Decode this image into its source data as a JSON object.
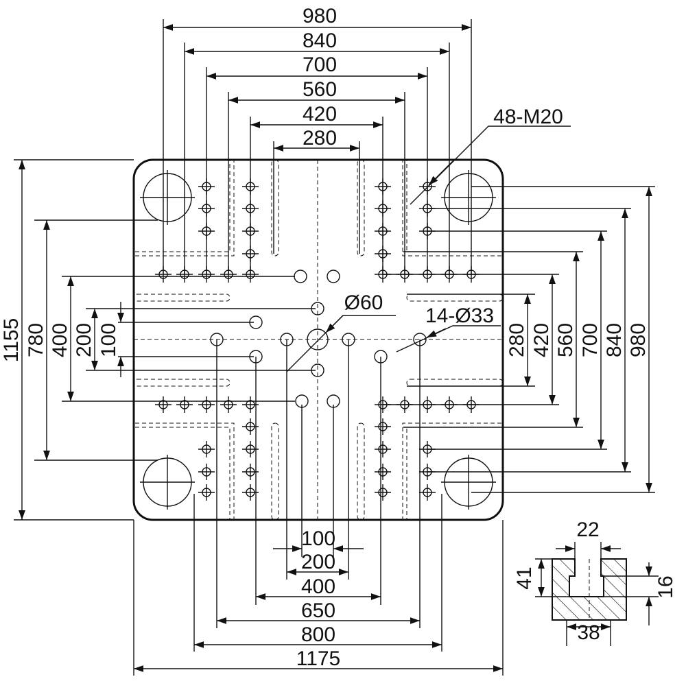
{
  "top_dims": [
    "980",
    "840",
    "700",
    "560",
    "420",
    "280"
  ],
  "left_dims": [
    "1155",
    "780",
    "400",
    "200",
    "100"
  ],
  "right_dims": [
    "280",
    "420",
    "560",
    "700",
    "840",
    "980"
  ],
  "bottom_dims": [
    "100",
    "200",
    "400",
    "650",
    "800",
    "1175"
  ],
  "callouts": {
    "tapped_holes": "48-M20",
    "center_hole": "Ø60",
    "through_holes": "14-Ø33"
  },
  "slot_section": {
    "top_width": "22",
    "depth": "41",
    "neck_height": "16",
    "bottom_width": "38"
  }
}
